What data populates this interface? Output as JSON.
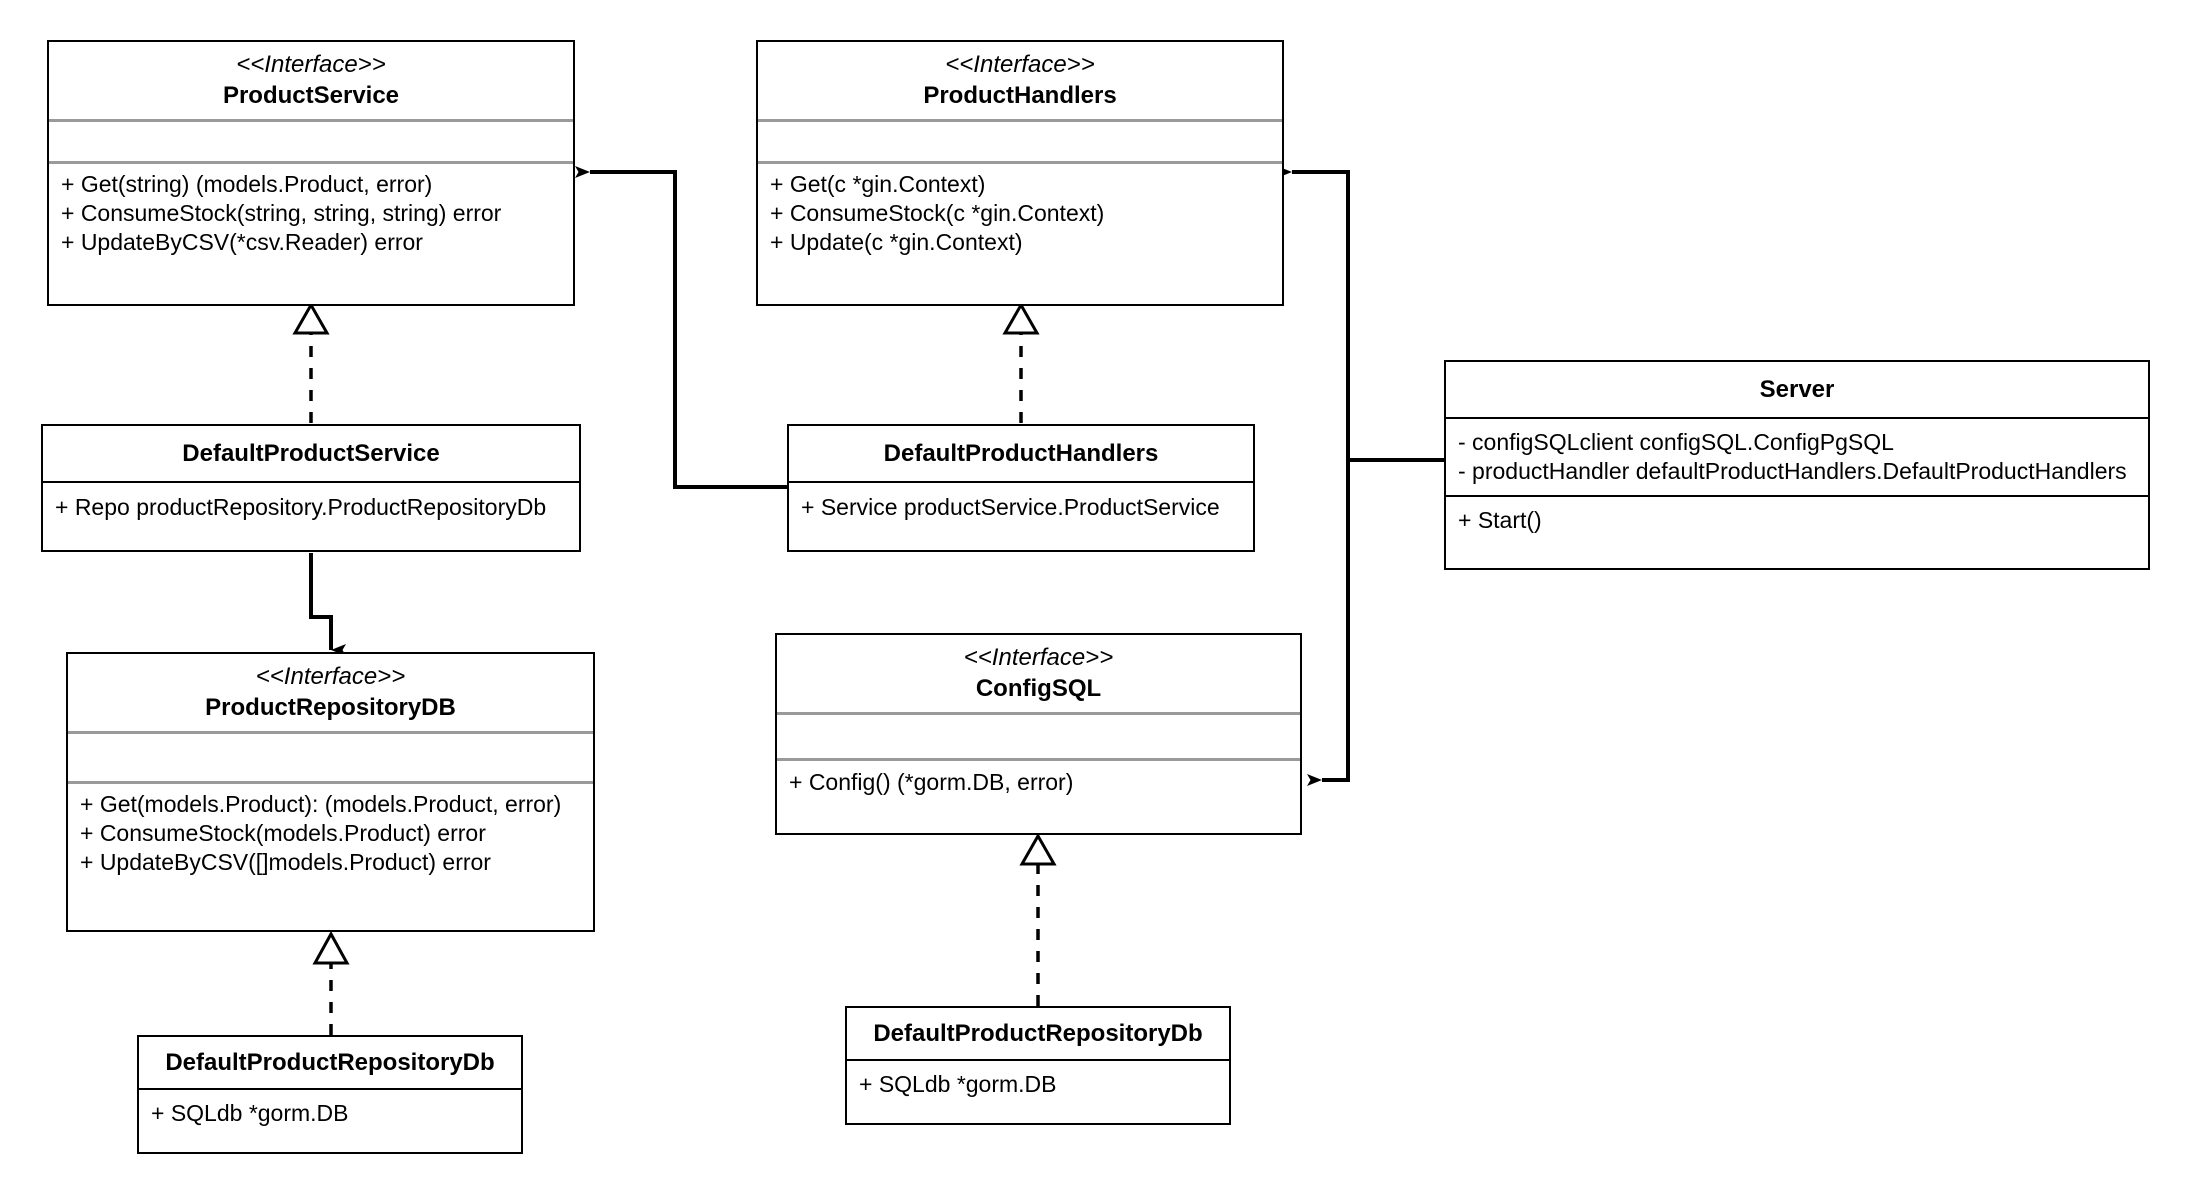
{
  "diagram": {
    "type": "uml-class-diagram",
    "stereotype_label": "<<Interface>>",
    "background": "#ffffff",
    "line_color": "#000000",
    "separator_color": "#9a9a9a"
  },
  "classes": {
    "product_service": {
      "stereotype": "<<Interface>>",
      "name": "ProductService",
      "attributes": [],
      "operations": [
        "+ Get(string) (models.Product, error)",
        "+ ConsumeStock(string, string, string) error",
        "+ UpdateByCSV(*csv.Reader) error"
      ]
    },
    "product_handlers": {
      "stereotype": "<<Interface>>",
      "name": "ProductHandlers",
      "attributes": [],
      "operations": [
        "+ Get(c *gin.Context)",
        "+ ConsumeStock(c *gin.Context)",
        "+ Update(c *gin.Context)"
      ]
    },
    "default_product_service": {
      "name": "DefaultProductService",
      "attributes": [
        "+ Repo productRepository.ProductRepositoryDb"
      ],
      "operations": []
    },
    "default_product_handlers": {
      "name": "DefaultProductHandlers",
      "attributes": [
        "+ Service productService.ProductService"
      ],
      "operations": []
    },
    "server": {
      "name": "Server",
      "attributes": [
        "- configSQLclient configSQL.ConfigPgSQL",
        "- productHandler  defaultProductHandlers.DefaultProductHandlers"
      ],
      "operations": [
        "+ Start()"
      ]
    },
    "product_repository_db": {
      "stereotype": "<<Interface>>",
      "name": "ProductRepositoryDB",
      "attributes": [],
      "operations": [
        "+ Get(models.Product): (models.Product, error)",
        "+ ConsumeStock(models.Product) error",
        "+ UpdateByCSV([]models.Product) error"
      ]
    },
    "config_sql": {
      "stereotype": "<<Interface>>",
      "name": "ConfigSQL",
      "attributes": [],
      "operations": [
        "+ Config() (*gorm.DB, error)"
      ]
    },
    "default_product_repository_db_left": {
      "name": "DefaultProductRepositoryDb",
      "attributes": [
        "+ SQLdb *gorm.DB"
      ],
      "operations": []
    },
    "default_product_repository_db_right": {
      "name": "DefaultProductRepositoryDb",
      "attributes": [
        "+ SQLdb *gorm.DB"
      ],
      "operations": []
    }
  },
  "relationships": [
    {
      "name": "realization-defaultproductservice-productservice",
      "kind": "realization",
      "from": "DefaultProductService",
      "to": "ProductService"
    },
    {
      "name": "realization-defaultproducthandlers-producthandlers",
      "kind": "realization",
      "from": "DefaultProductHandlers",
      "to": "ProductHandlers"
    },
    {
      "name": "realization-defaultproductrepositorydb-productrepositorydb",
      "kind": "realization",
      "from": "DefaultProductRepositoryDb",
      "to": "ProductRepositoryDB"
    },
    {
      "name": "realization-defaultproductrepositorydb-configsql",
      "kind": "realization",
      "from": "DefaultProductRepositoryDb",
      "to": "ConfigSQL"
    },
    {
      "name": "association-defaultproductservice-productrepositorydb",
      "kind": "association",
      "from": "DefaultProductService",
      "to": "ProductRepositoryDB"
    },
    {
      "name": "association-defaultproducthandlers-productservice",
      "kind": "association",
      "from": "DefaultProductHandlers",
      "to": "ProductService"
    },
    {
      "name": "association-server-producthandlers",
      "kind": "association",
      "from": "Server",
      "to": "ProductHandlers"
    },
    {
      "name": "association-server-configsql",
      "kind": "association",
      "from": "Server",
      "to": "ConfigSQL"
    }
  ]
}
